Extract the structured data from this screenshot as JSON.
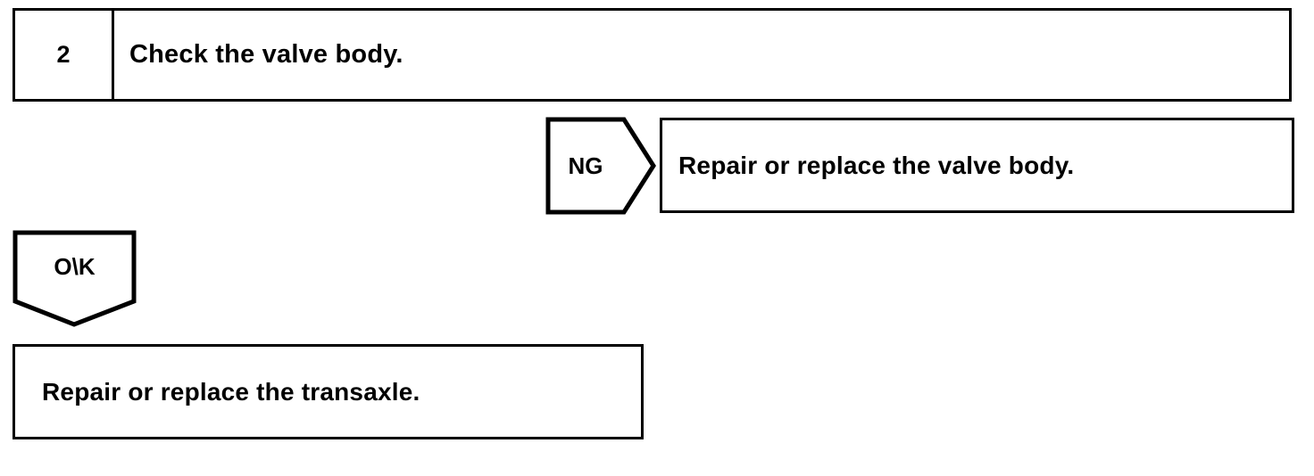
{
  "diagram": {
    "type": "troubleshooting-flowchart",
    "stroke_color": "#000000",
    "background_color": "#ffffff",
    "step": {
      "number": "2",
      "description": "Check the valve body."
    },
    "branches": [
      {
        "label": "NG",
        "direction": "right",
        "result": "Repair or replace the valve body."
      },
      {
        "label": "O\\K",
        "direction": "down",
        "result": "Repair or replace the transaxle."
      }
    ]
  }
}
